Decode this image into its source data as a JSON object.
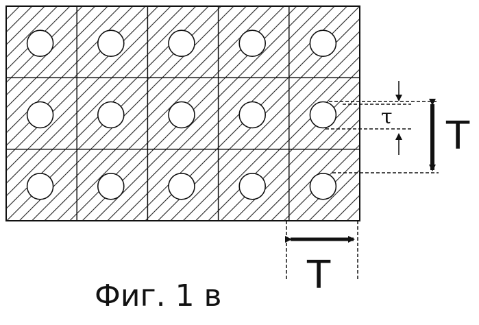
{
  "figure": {
    "caption": "Фиг. 1 в",
    "grid": {
      "rows": 3,
      "cols": 5
    },
    "labels": {
      "period_vertical": "T",
      "period_horizontal": "T",
      "hole_size": "τ"
    },
    "colors": {
      "stroke": "#111111",
      "hatch": "#222222",
      "hole_fill": "#ffffff",
      "background": "#ffffff"
    }
  }
}
